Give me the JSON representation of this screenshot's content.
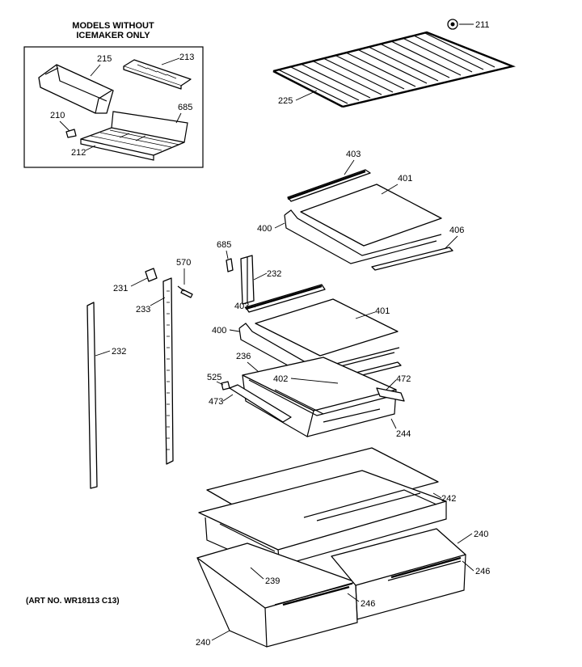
{
  "inset": {
    "title_line1": "MODELS WITHOUT",
    "title_line2": "ICEMAKER ONLY"
  },
  "art_no": "(ART NO. WR18113 C13)",
  "callouts": {
    "c211": "211",
    "c225": "225",
    "c215": "215",
    "c213": "213",
    "c685a": "685",
    "c210": "210",
    "c212": "212",
    "c403a": "403",
    "c401a": "401",
    "c400a": "400",
    "c406": "406",
    "c685b": "685",
    "c232a": "232",
    "c570": "570",
    "c231": "231",
    "c233": "233",
    "c403b": "403",
    "c401b": "401",
    "c400b": "400",
    "c236": "236",
    "c232b": "232",
    "c525": "525",
    "c402": "402",
    "c472": "472",
    "c473": "473",
    "c244": "244",
    "c242": "242",
    "c240a": "240",
    "c246a": "246",
    "c239": "239",
    "c246b": "246",
    "c240b": "240"
  }
}
